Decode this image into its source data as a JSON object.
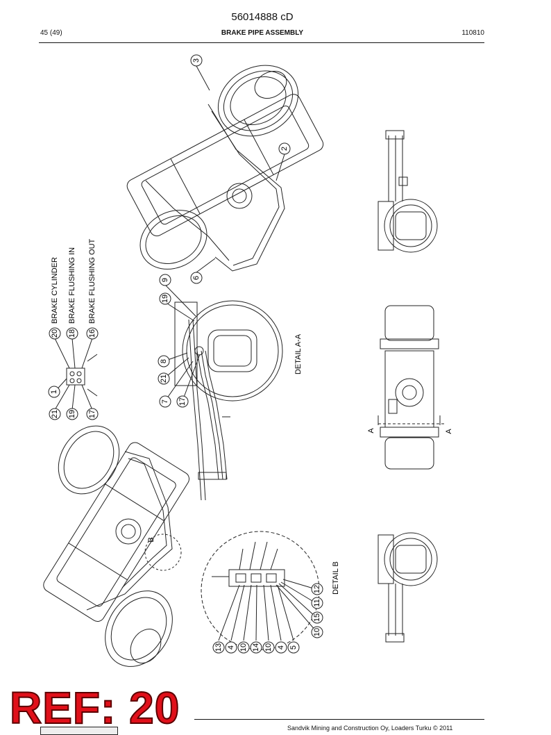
{
  "header": {
    "doc_number": "56014888 cD",
    "page_ref": "45 (49)",
    "title": "BRAKE PIPE ASSEMBLY",
    "date": "110810"
  },
  "legend": {
    "items": [
      {
        "num": "20",
        "label": "BRAKE CYLINDER"
      },
      {
        "num": "18",
        "label": "BRAKE FLUSHING IN"
      },
      {
        "num": "16",
        "label": "BRAKE FLUSHING OUT"
      }
    ],
    "lower_nums": [
      "21",
      "19",
      "17"
    ],
    "side_num": "1"
  },
  "callouts": {
    "main": [
      "3",
      "2",
      "6"
    ],
    "detail_a": [
      "9",
      "19",
      "8",
      "21",
      "7",
      "17"
    ],
    "detail_b_left": [
      "13",
      "4",
      "10",
      "14",
      "10",
      "4",
      "5"
    ],
    "detail_b_right": [
      "10",
      "15",
      "11",
      "12"
    ],
    "view_a_left": "A",
    "view_a_right": "A",
    "detail_b_marker": "B"
  },
  "labels": {
    "detail_a": "DETAIL  A-A",
    "detail_b": "DETAIL  B"
  },
  "ref_stamp": "REF: 20",
  "footer": {
    "copyright": "Sandvik Mining and Construction Oy, Loaders Turku © 2011"
  }
}
